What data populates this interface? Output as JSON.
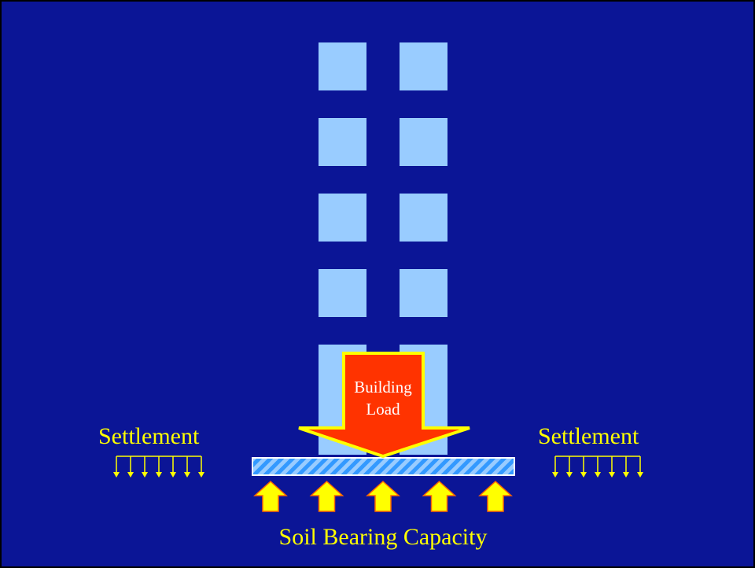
{
  "slide": {
    "background_color": "#0b1596",
    "border_color": "#000000"
  },
  "building": {
    "window_color": "#99ccff",
    "window_columns": 2,
    "window_rows": 5
  },
  "load_arrow": {
    "label_line1": "Building",
    "label_line2": "Load",
    "fill_color": "#ff3300",
    "outline_color": "#ffff00"
  },
  "footing": {
    "fill_color": "#99ccff",
    "hatch_color": "#3399ff",
    "stroke_color": "#ffffff"
  },
  "settlement": {
    "left_label": "Settlement",
    "right_label": "Settlement",
    "arrow_count": 7,
    "color": "#ffff00"
  },
  "soil_bearing": {
    "label": "Soil Bearing Capacity",
    "arrow_count": 5,
    "arrow_fill": "#ffff00",
    "arrow_outline": "#ff6600"
  }
}
